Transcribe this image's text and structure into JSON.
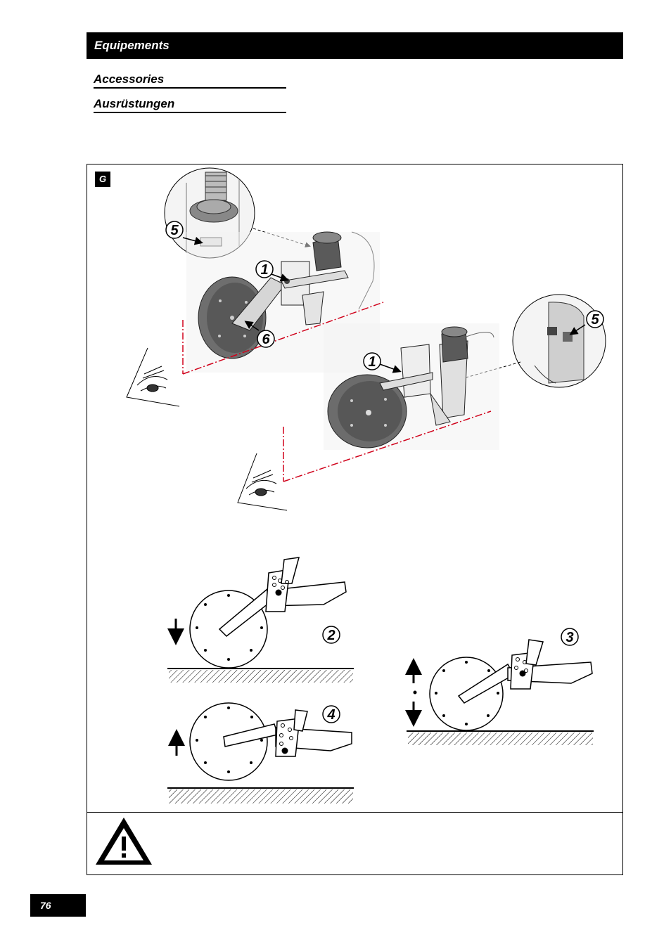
{
  "header": {
    "title": "Equipements"
  },
  "subtitles": [
    "Accessories",
    "Ausrüstungen"
  ],
  "figure": {
    "tag": "G",
    "callouts": {
      "c5a": "5",
      "c1a": "1",
      "c6": "6",
      "c5b": "5",
      "c1b": "1",
      "c2": "2",
      "c3": "3",
      "c4": "4"
    }
  },
  "page": {
    "number": "76"
  },
  "colors": {
    "dash_red": "#d0021b",
    "black": "#000000"
  }
}
